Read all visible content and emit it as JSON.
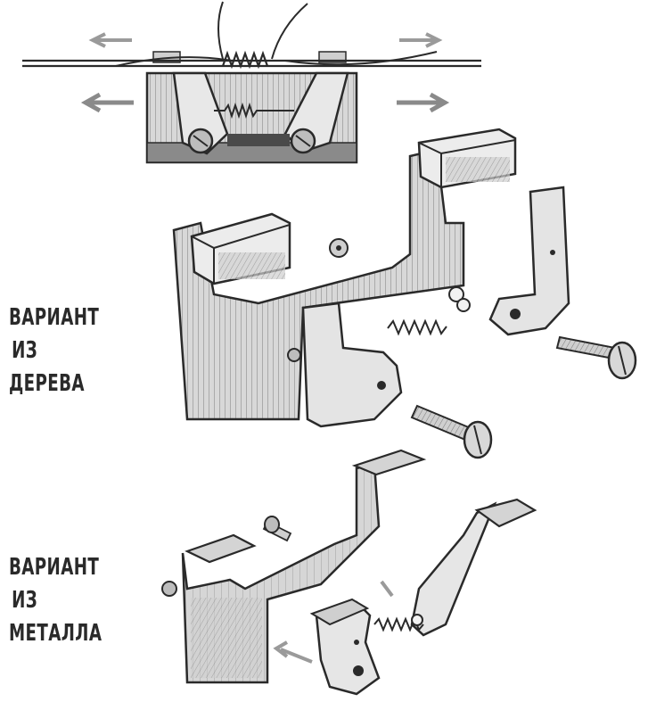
{
  "labels": {
    "wood": [
      "ВАРИАНТ",
      "ИЗ",
      "ДЕРЕВА"
    ],
    "metal": [
      "ВАРИАНТ",
      "ИЗ",
      "МЕТАЛЛА"
    ]
  },
  "colors": {
    "ink": "#2a2a2a",
    "shade": "#6e6e6e",
    "light": "#bdbdbd",
    "paper": "#ffffff"
  }
}
